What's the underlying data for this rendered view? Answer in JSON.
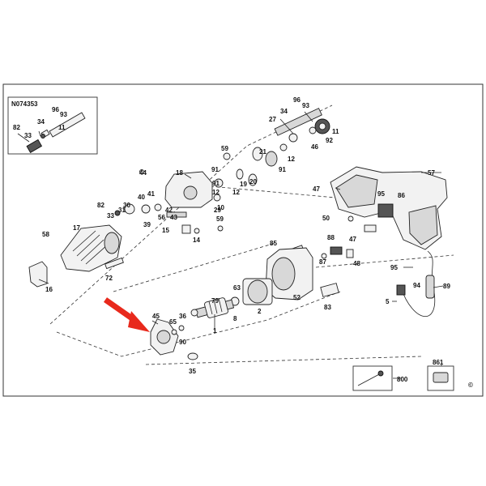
{
  "diagram": {
    "detail_box_title": "N074353",
    "copyright_symbol": "©",
    "arrow_color": "#e8291c",
    "part_labels": [
      "96",
      "93",
      "34",
      "82",
      "33",
      "11",
      "34",
      "96",
      "93",
      "27",
      "11",
      "46",
      "92",
      "12",
      "59",
      "21",
      "20",
      "19",
      "91",
      "12",
      "91",
      "44",
      "18",
      "91",
      "12",
      "10",
      "47",
      "57",
      "40",
      "41",
      "42",
      "43",
      "30",
      "31",
      "82",
      "33",
      "56",
      "39",
      "29",
      "59",
      "15",
      "14",
      "95",
      "86",
      "17",
      "50",
      "58",
      "85",
      "88",
      "47",
      "87",
      "48",
      "79",
      "63",
      "16",
      "72",
      "95",
      "94",
      "89",
      "45",
      "36",
      "65",
      "90",
      "1",
      "8",
      "2",
      "52",
      "83",
      "5",
      "35",
      "861",
      "800"
    ]
  }
}
